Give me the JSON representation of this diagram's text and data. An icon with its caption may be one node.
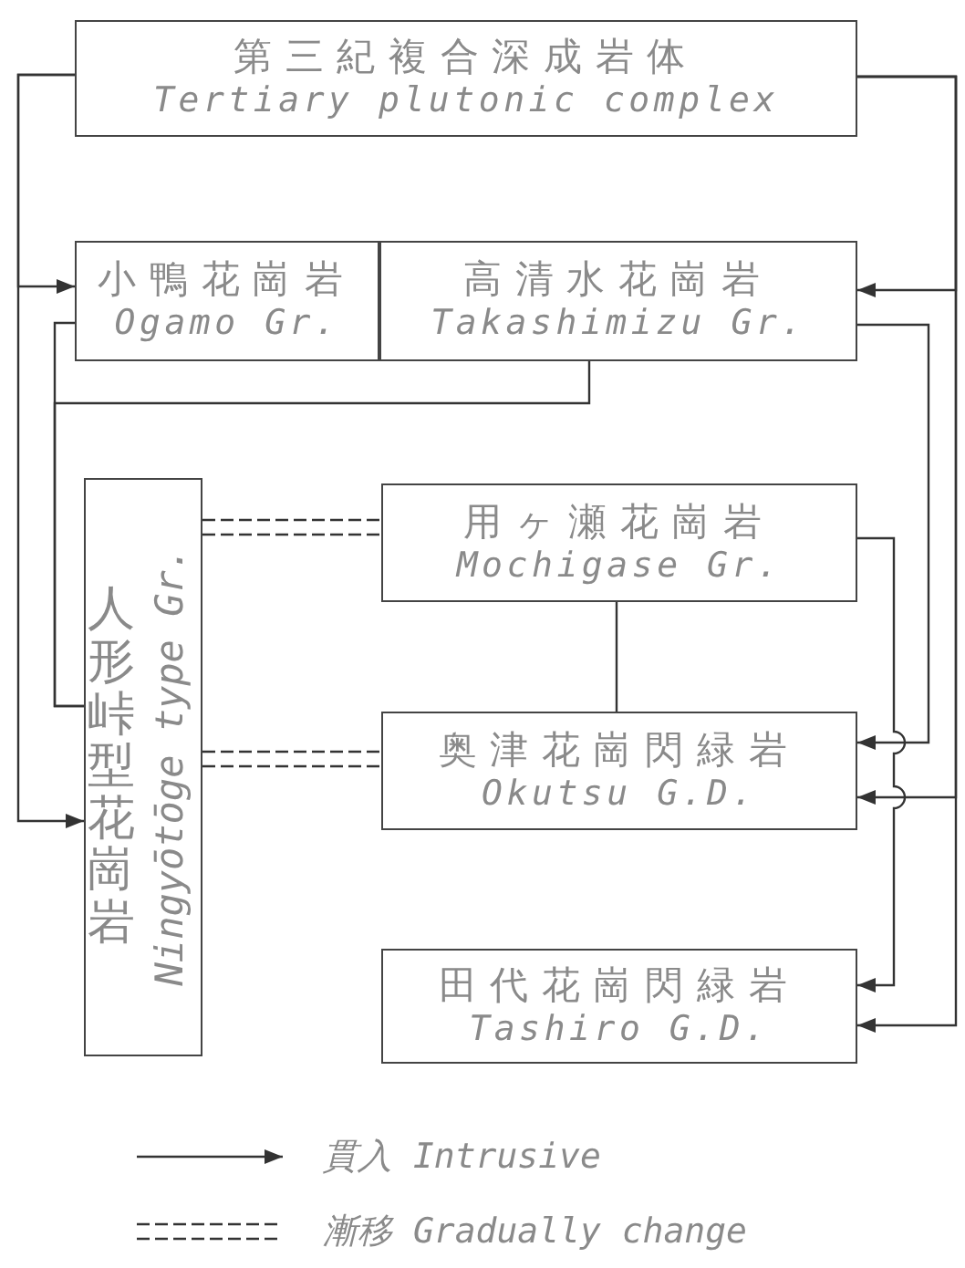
{
  "diagram": {
    "nodes": [
      {
        "text": [
          "第三紀複合深成岩体",
          "Tertiary plutonic complex"
        ]
      },
      {
        "text": [
          "小鴨花崗岩",
          "Ogamo Gr."
        ]
      },
      {
        "text": [
          "高清水花崗岩",
          "Takashimizu Gr."
        ]
      },
      {
        "text": [
          "人形峠型花崗岩",
          "Ningyōtōge type Gr."
        ]
      },
      {
        "text": [
          "用ヶ瀬花崗岩",
          "Mochigase Gr."
        ]
      },
      {
        "text": [
          "奥津花崗閃緑岩",
          "Okutsu G.D."
        ]
      },
      {
        "text": [
          "田代花崗閃緑岩",
          "Tashiro G.D."
        ]
      }
    ],
    "edges": [
      {
        "from": 0,
        "to": 1,
        "arrow": "to"
      },
      {
        "from": 0,
        "to": 3,
        "arrow": "to"
      },
      {
        "from": 0,
        "to": 2,
        "arrow": "to"
      },
      {
        "from": 0,
        "to": 5,
        "arrow": "to"
      },
      {
        "from": 0,
        "to": 6,
        "arrow": "to"
      },
      {
        "from": 1,
        "to": 3,
        "arrow": "none"
      },
      {
        "from": 2,
        "to": 3,
        "arrow": "none"
      },
      {
        "from": 2,
        "to": 5,
        "arrow": "to"
      },
      {
        "from": 4,
        "to": 5,
        "arrow": "none"
      },
      {
        "from": 4,
        "to": 6,
        "arrow": "to"
      },
      {
        "from": 3,
        "to": 4,
        "arrow": "none",
        "style": "dashed"
      },
      {
        "from": 3,
        "to": 5,
        "arrow": "none",
        "style": "dashed"
      }
    ],
    "legend": [
      {
        "text": "貫入 Intrusive"
      },
      {
        "text": "漸移 Gradually change"
      }
    ]
  }
}
